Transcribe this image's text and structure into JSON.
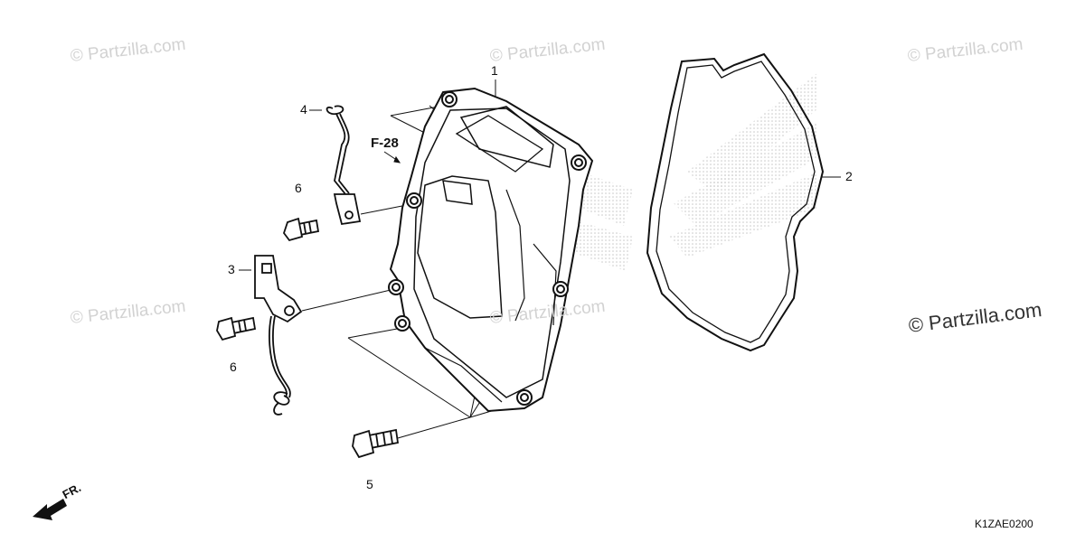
{
  "watermarks": [
    "© Partzilla.com",
    "© Partzilla.com",
    "© Partzilla.com",
    "© Partzilla.com",
    "© Partzilla.com",
    "© Partzilla.com"
  ],
  "watermark_prominent": "© Partzilla.com",
  "callouts": {
    "c1": "1",
    "c2": "2",
    "c3": "3",
    "c4": "4",
    "c5": "5",
    "c6a": "6",
    "c6b": "6"
  },
  "reference": "F-28",
  "direction_label": "FR.",
  "diagram_code": "K1ZAE0200",
  "background_logo": "HONDA",
  "colors": {
    "ink": "#111111",
    "watermark": "#d2d2d2",
    "logo_dots": "#c8c8c8"
  }
}
